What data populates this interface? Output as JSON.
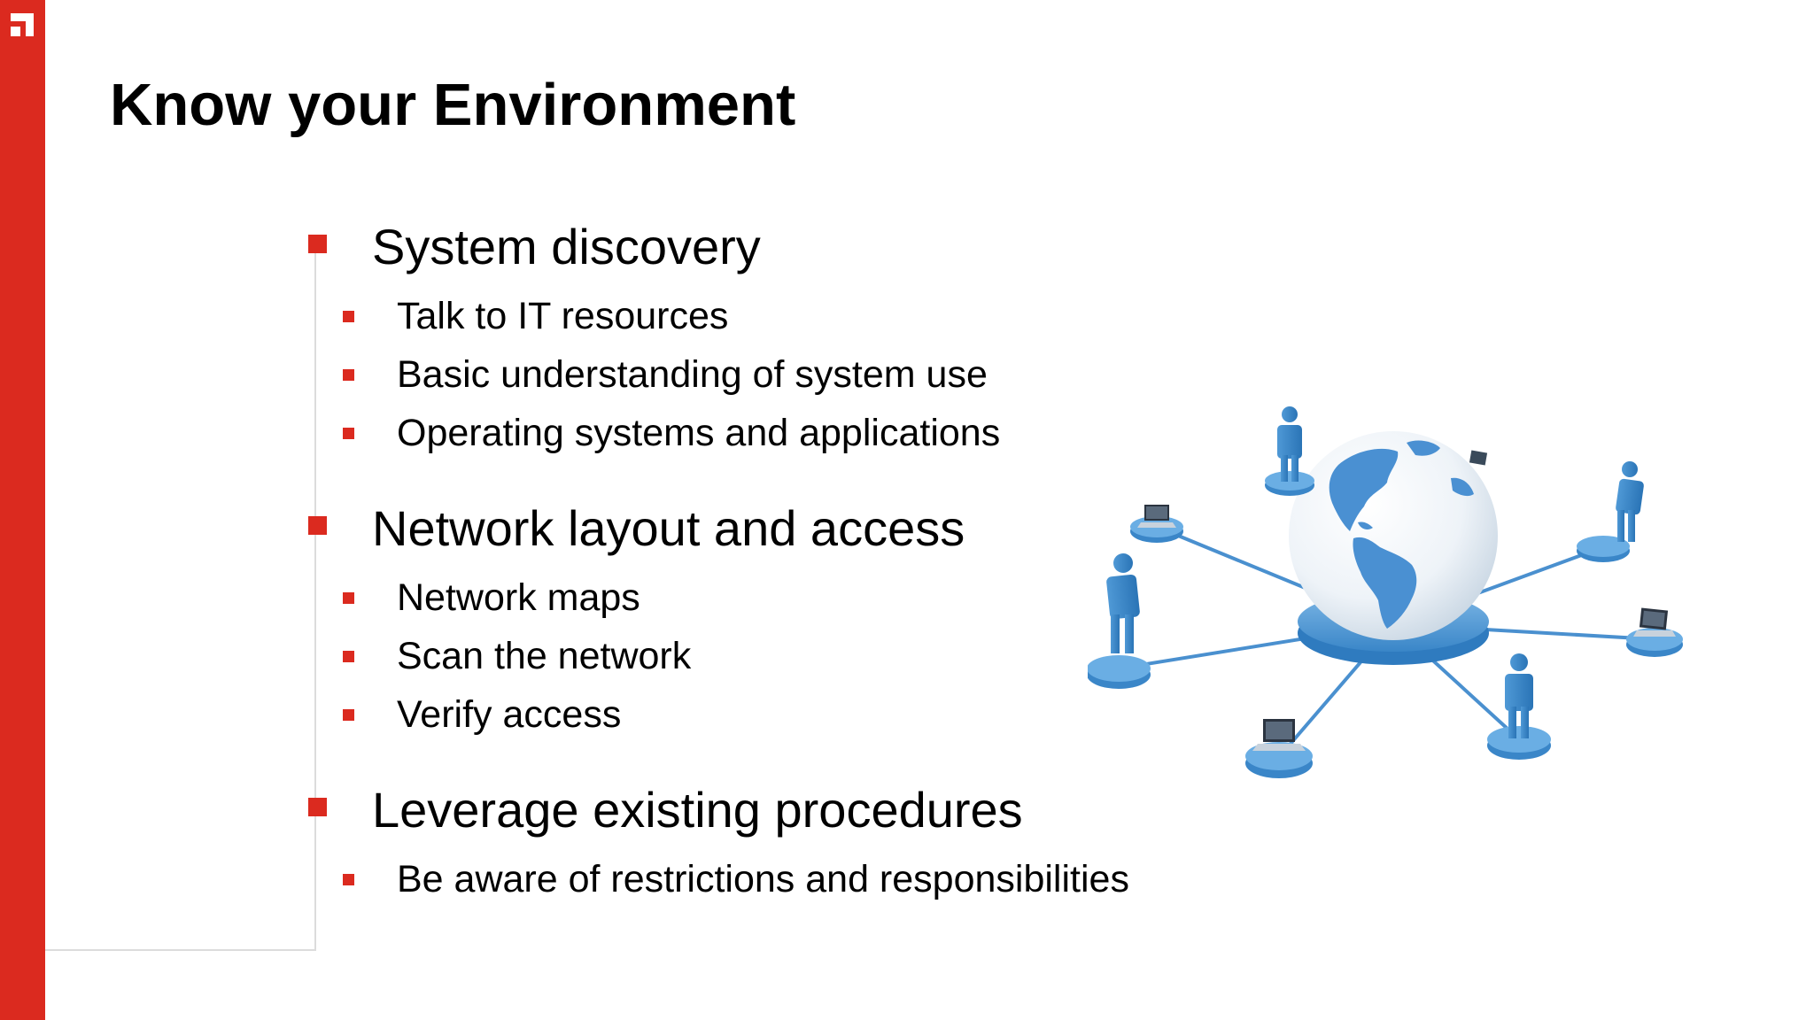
{
  "slide": {
    "title": "Know your Environment",
    "accent_color": "#db2a1f",
    "bullets": [
      {
        "text": "System discovery",
        "subitems": [
          "Talk to IT resources",
          "Basic understanding of system use",
          "Operating systems and applications"
        ]
      },
      {
        "text": "Network layout and access",
        "subitems": [
          "Network maps",
          "Scan the network",
          "Verify access"
        ]
      },
      {
        "text": "Leverage existing procedures",
        "subitems": [
          "Be aware of restrictions and responsibilities"
        ]
      }
    ],
    "illustration": "globe-network-icon"
  }
}
